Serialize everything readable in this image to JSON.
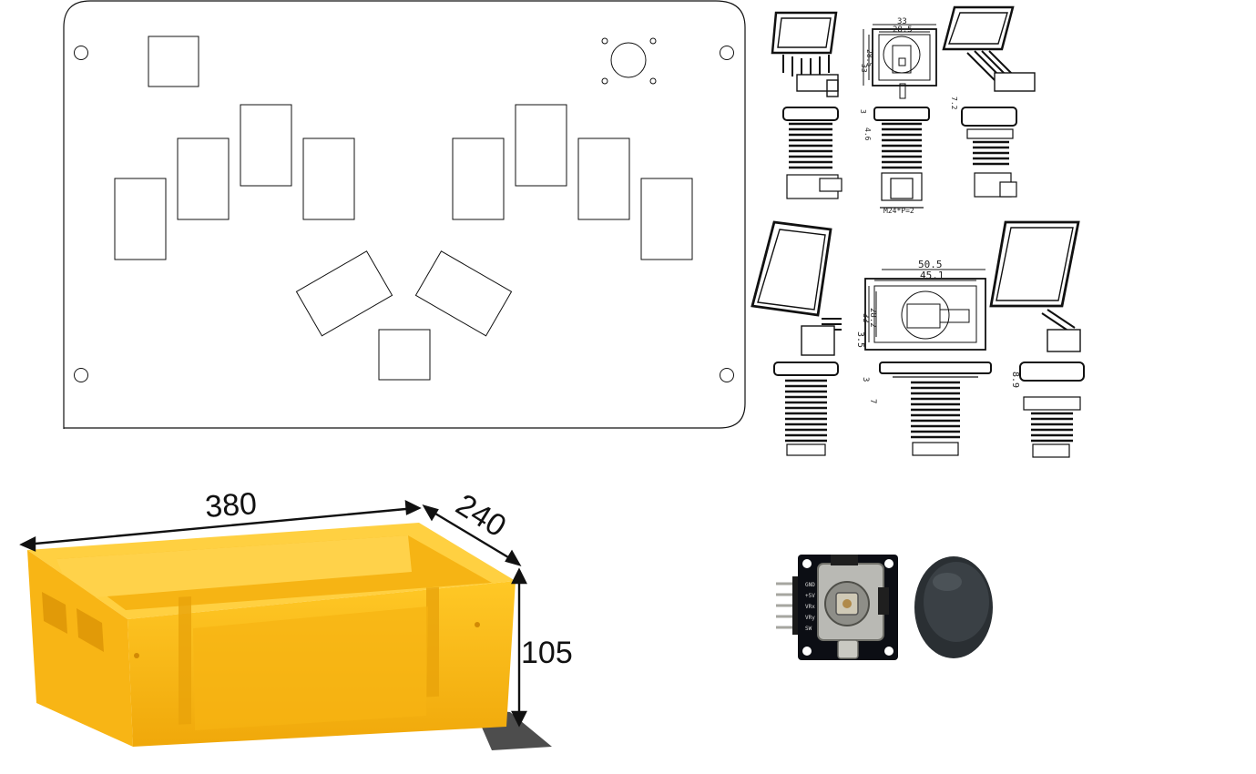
{
  "box": {
    "length": "380",
    "width": "240",
    "height": "105",
    "color": "#f7b90f"
  },
  "button_square": {
    "d_width": "33",
    "d_inner": "28.5",
    "d_side1": "33",
    "d_side2": "28.5",
    "d_gap1": "3",
    "d_gap2": "4.6",
    "d_top": "7.2",
    "d_thread": "M24*P=2"
  },
  "button_rect": {
    "d_width": "50.5",
    "d_inner": "45.1",
    "d_side1": "33",
    "d_side2": "28.2",
    "d_gap1": "3.5",
    "d_gap2": "3",
    "d_gap3": "7",
    "d_top": "8.9"
  },
  "joystick_labels": [
    "GND",
    "+5V",
    "VRx",
    "VRy",
    "SW"
  ],
  "colors": {
    "line": "#111111",
    "pcb": "#0c0e14",
    "cap": "#2a2f33",
    "metal": "#b9b9b4"
  }
}
